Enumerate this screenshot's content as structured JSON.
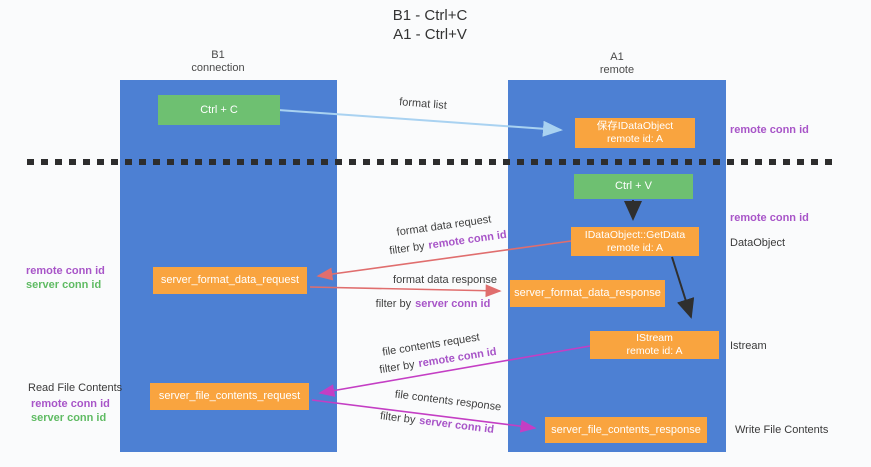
{
  "title": {
    "line1": "B1 - Ctrl+C",
    "line2": "A1 - Ctrl+V"
  },
  "columns": {
    "left": {
      "id": "B1",
      "subtitle": "connection"
    },
    "right": {
      "id": "A1",
      "subtitle": "remote"
    }
  },
  "nodes": {
    "ctrl_c": "Ctrl + C",
    "ctrl_v": "Ctrl + V",
    "save_dataobject": {
      "line1": "保存IDataObject",
      "line2": "remote id: A"
    },
    "getdata": {
      "line1": "IDataObject::GetData",
      "line2": "remote id: A"
    },
    "istream": {
      "line1": "IStream",
      "line2": "remote id: A"
    },
    "server_format_data_request": "server_format_data_request",
    "server_format_data_response": "server_format_data_response",
    "server_file_contents_request": "server_file_contents_request",
    "server_file_contents_response": "server_file_contents_response"
  },
  "arrow_labels": {
    "format_list": "format list",
    "format_data_request": "format data request",
    "format_data_response": "format data response",
    "file_contents_request": "file contents request",
    "file_contents_response": "file contents response",
    "filter_by": "filter by",
    "remote_conn_id": "remote conn id",
    "server_conn_id": "server conn id"
  },
  "side_labels": {
    "right_remote_conn_id_top": "remote conn id",
    "right_remote_conn_id_mid": "remote conn id",
    "dataobject": "DataObject",
    "istream": "Istream",
    "write_file_contents": "Write File Contents",
    "read_file_contents": "Read File Contents",
    "left_remote_conn_id_1": "remote conn id",
    "left_server_conn_id_1": "server conn id",
    "left_remote_conn_id_2": "remote conn id",
    "left_server_conn_id_2": "server conn id"
  },
  "colors": {
    "column_blue": "#4d80d3",
    "node_orange": "#f9a43f",
    "node_green": "#6ec071",
    "arrow_salmon": "#e06e6e",
    "arrow_magenta": "#c43ec4",
    "arrow_lightblue": "#a9d2f1",
    "arrow_black": "#2f2f2f",
    "label_purple": "#a855c8",
    "label_green": "#5fbb63"
  }
}
